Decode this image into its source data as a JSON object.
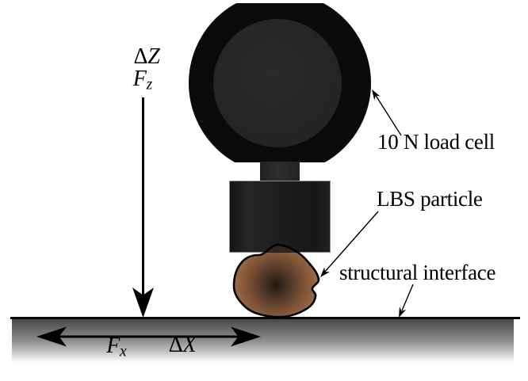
{
  "figure": {
    "type": "experimental-setup-diagram",
    "labels": {
      "vertical_displacement": {
        "delta": "Δ",
        "letter": "Z"
      },
      "vertical_force": {
        "letter": "F",
        "sub": "z"
      },
      "horizontal_force": {
        "letter": "F",
        "sub": "x"
      },
      "horizontal_displacement": {
        "delta": "Δ",
        "letter": "X"
      },
      "load_cell": "10 N load cell",
      "particle": "LBS particle",
      "interface": "structural interface"
    },
    "colors": {
      "load_cell_outer": "#0a0a0a",
      "load_cell_inner": "#242424",
      "stem": "#2e2e2e",
      "mount_block": "#1c1c1c",
      "particle_edge": "#a9744e",
      "particle_mid": "#7d5336",
      "particle_core": "#201812",
      "interface_top": "#474747",
      "interface_mid": "#909090",
      "interface_bottom": "#ffffff",
      "line": "#000000"
    }
  }
}
